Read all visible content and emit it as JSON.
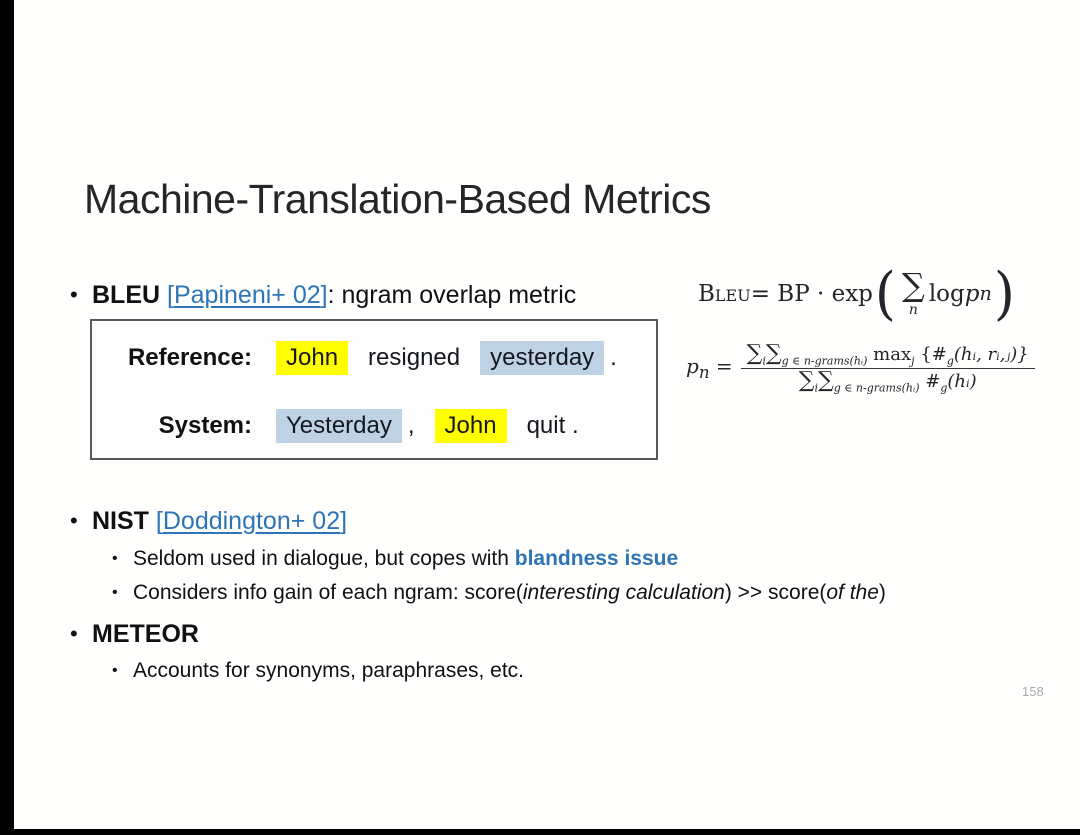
{
  "ui": {
    "bullet_glyph": "•"
  },
  "colors": {
    "link_blue": "#2E75B6",
    "emphasis_blue": "#2E75B6",
    "highlight_yellow": "#FFFF00",
    "highlight_blue": "#BFD2E3",
    "letterbox_black": "#000000"
  },
  "title": "Machine-Translation-Based Metrics",
  "bullets": {
    "bleu": {
      "term": "BLEU",
      "bracket_open": "[",
      "link": "Papineni+ 02",
      "bracket_close": "]",
      "rest": ": ngram overlap metric"
    },
    "nist": {
      "term": "NIST",
      "bracket_open": "[",
      "link": "Doddington+ 02",
      "bracket_close": "]"
    },
    "nist_sub1": {
      "pre": "Seldom used in dialogue, but copes with ",
      "em": "blandness issue"
    },
    "nist_sub2": {
      "a": "Considers info gain of each ngram: score(",
      "i1": "interesting calculation",
      "b": ") >> score(",
      "i2": "of the",
      "c": ")"
    },
    "meteor": {
      "term": "METEOR"
    },
    "meteor_sub1": "Accounts for synonyms, paraphrases, etc."
  },
  "example_box": {
    "rows": [
      {
        "label": "Reference:",
        "words": [
          {
            "t": "John",
            "h": "yellow"
          },
          {
            "t": "resigned",
            "h": "none"
          },
          {
            "t": "yesterday",
            "h": "blue"
          },
          {
            "t": ".",
            "h": "none"
          }
        ]
      },
      {
        "label": "System:",
        "words": [
          {
            "t": "Yesterday",
            "h": "blue"
          },
          {
            "t": ",",
            "h": "none"
          },
          {
            "t": "John",
            "h": "yellow"
          },
          {
            "t": "quit .",
            "h": "none"
          }
        ]
      }
    ]
  },
  "formula_bleu": {
    "lhs": "Bleu",
    "mid": " = BP · exp ",
    "paren_open": "(",
    "sum": "∑",
    "sum_under": "n",
    "body": "log ",
    "body_var": "p",
    "body_sub": "n",
    "paren_close": ")"
  },
  "formula_pn": {
    "lhs_var": "p",
    "lhs_sub": "n",
    "eq": " = ",
    "num_sum1": "∑",
    "num_sum1_sub": "i",
    "num_sum2": "∑",
    "num_sum2_sub": "g ∈ n-grams(hᵢ)",
    "num_max": " max",
    "num_max_sub": "j",
    "num_brace_open": " {#",
    "num_hash_sub": "g",
    "num_tail": "(hᵢ, rᵢ,ⱼ)}",
    "den_sum1": "∑",
    "den_sum1_sub": "i",
    "den_sum2": "∑",
    "den_sum2_sub": "g ∈ n-grams(hᵢ)",
    "den_hash": " #",
    "den_hash_sub": "g",
    "den_tail": "(hᵢ)"
  },
  "page_number": "158"
}
